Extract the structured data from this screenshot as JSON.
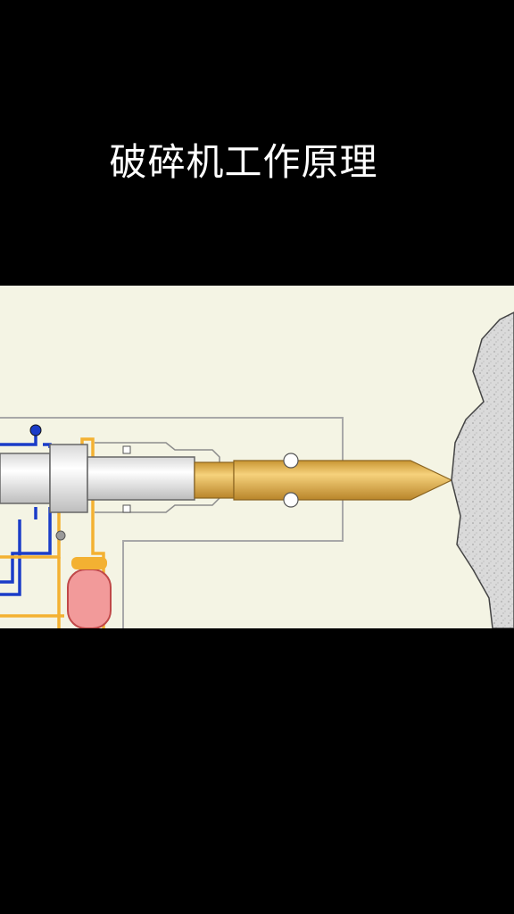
{
  "page": {
    "title": "破碎机工作原理"
  },
  "diagram": {
    "colors": {
      "background": "#f4f4e4",
      "housing_outline": "#a8a8a8",
      "piston": "#f2f2f2",
      "chisel": "#e0b24c",
      "pressure_line": "#f3b132",
      "return_line": "#1a3cc8",
      "accumulator": "#f29a9a",
      "rock": "#d6d6d6"
    },
    "components": [
      "piston",
      "chisel",
      "housing",
      "accumulator",
      "pressure-line",
      "return-line",
      "rock"
    ]
  }
}
